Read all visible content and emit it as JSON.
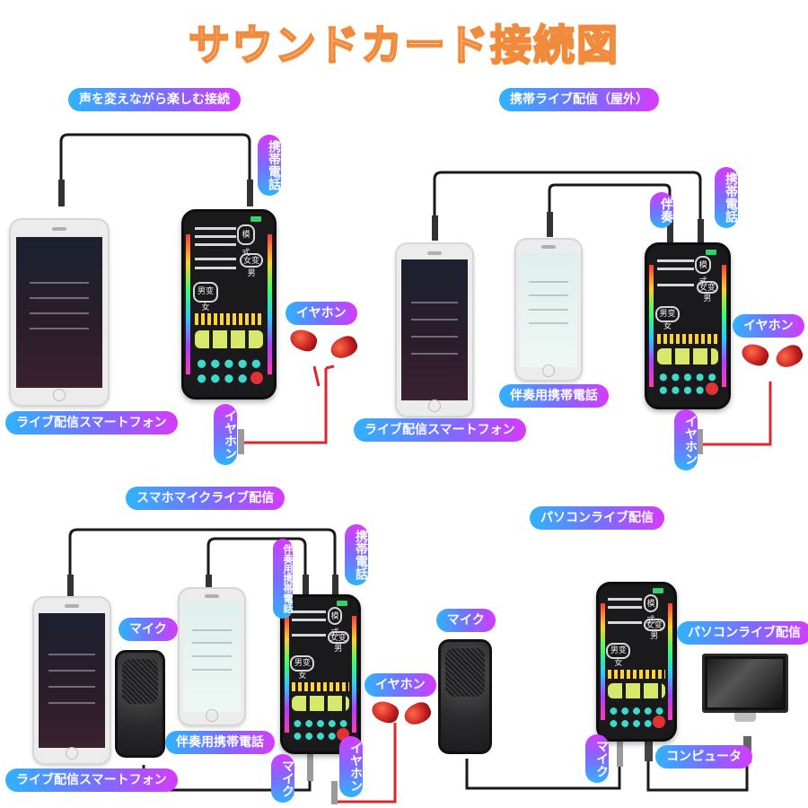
{
  "title": "サウンドカード接続図",
  "sections": {
    "voice_change": "声を変えながら楽しむ接続",
    "mobile_live_outdoor": "携帯ライブ配信（屋外）",
    "smartphone_mic_live": "スマホマイクライブ配信",
    "pc_live": "パソコンライブ配信"
  },
  "labels": {
    "mobile_phone": "携帯電話",
    "earphones": "イヤホン",
    "live_smartphone": "ライブ配信スマートフォン",
    "accompaniment": "伴奏",
    "accompaniment_phone": "伴奏用携帯電話",
    "mic": "マイク",
    "pc_live_label": "パソコンライブ配信",
    "computer": "コンピュータ"
  },
  "device_text": {
    "mode": "模式",
    "female_male": "女变男",
    "male_female": "男变女"
  },
  "colors": {
    "title_stroke": "#f08a3c",
    "pill_start": "#2fb3ff",
    "pill_end": "#d63bff",
    "cable_black": "#1a1a1a",
    "cable_red": "#e0262b"
  }
}
